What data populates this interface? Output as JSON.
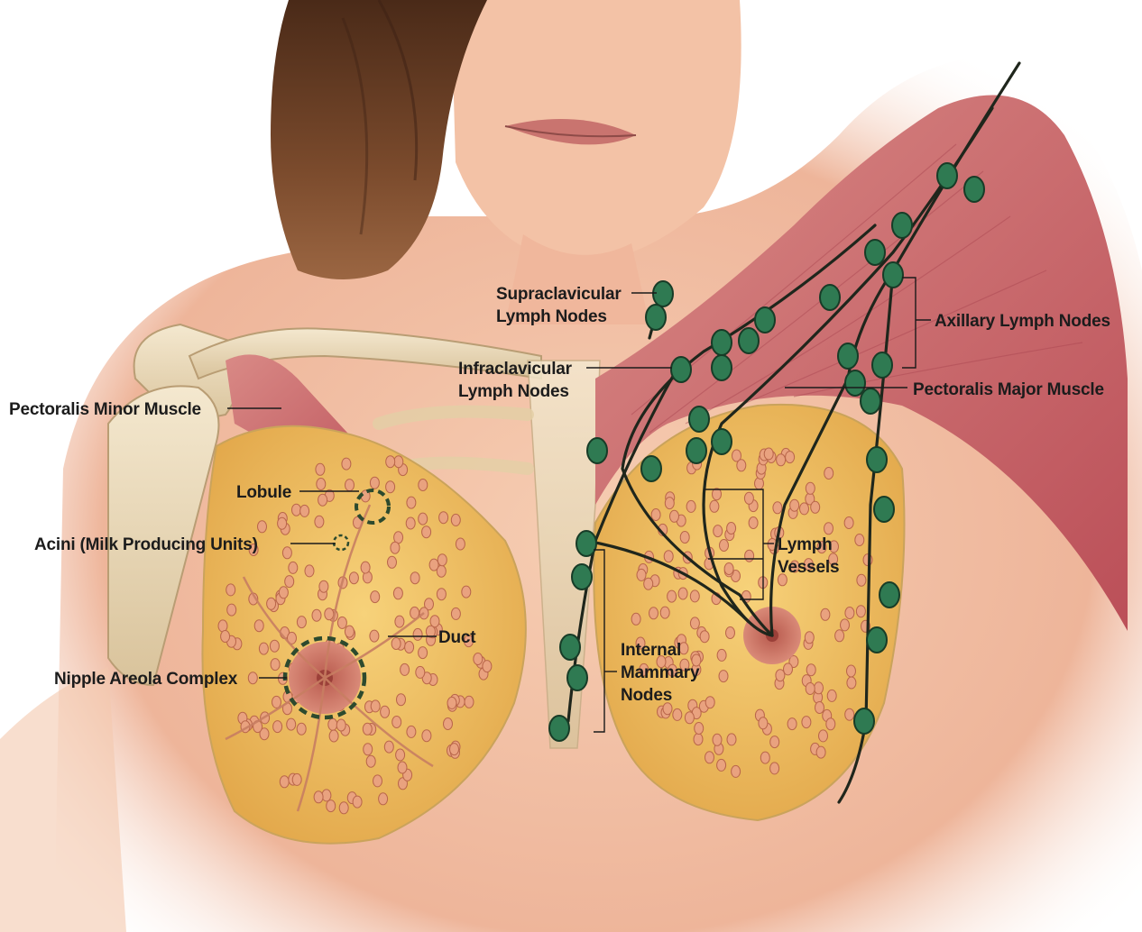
{
  "labels": {
    "supraclavicular_line1": "Supraclavicular",
    "supraclavicular_line2": "Lymph Nodes",
    "infraclavicular_line1": "Infraclavicular",
    "infraclavicular_line2": "Lymph Nodes",
    "axillary": "Axillary Lymph Nodes",
    "pectoralis_major": "Pectoralis Major Muscle",
    "pectoralis_minor": "Pectoralis Minor Muscle",
    "lobule": "Lobule",
    "acini": "Acini (Milk Producing Units)",
    "duct": "Duct",
    "nipple_areola": "Nipple Areola Complex",
    "lymph_vessels_line1": "Lymph",
    "lymph_vessels_line2": "Vessels",
    "internal_mammary_line1": "Internal",
    "internal_mammary_line2": "Mammary",
    "internal_mammary_line3": "Nodes"
  },
  "colors": {
    "skin": "#f1bda0",
    "skin_shadow": "#e49a85",
    "hair": "#6b3f27",
    "muscle": "#c9636a",
    "bone": "#ead9b8",
    "breast_tissue": "#f2c766",
    "gland_lobules": "#e9a27f",
    "lymph_node": "#2f7a52",
    "lymph_vessel": "#1f261c",
    "highlight_circle": "#2d4a2e"
  }
}
